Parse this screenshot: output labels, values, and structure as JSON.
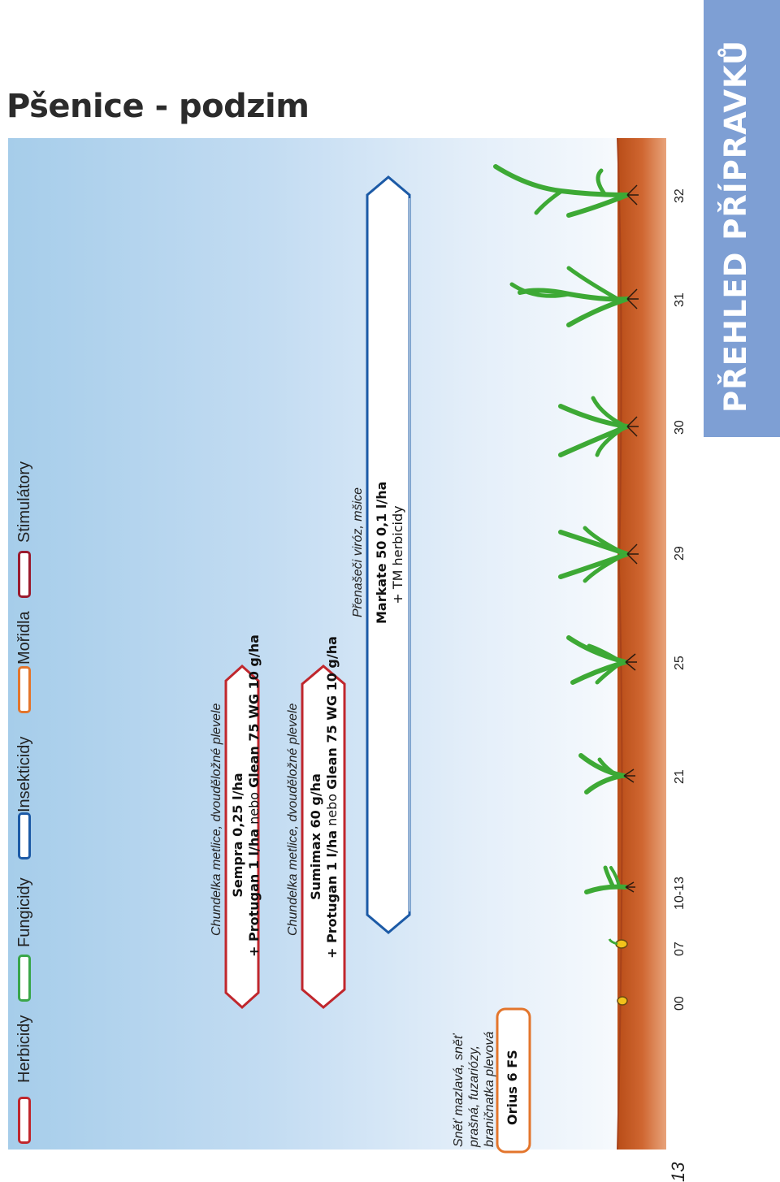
{
  "page": {
    "title": "Pšenice - podzim",
    "side_title": "PŘEHLED PŘÍPRAVKŮ",
    "page_number": "13"
  },
  "legend": [
    {
      "label": "Herbicidy",
      "color": "#c0272d"
    },
    {
      "label": "Fungicidy",
      "color": "#3aa64a"
    },
    {
      "label": "Insekticidy",
      "color": "#1c5aa6"
    },
    {
      "label": "Mořidla",
      "color": "#e3752c"
    },
    {
      "label": "Stimulátory",
      "color": "#9b1b2e"
    }
  ],
  "treatments": [
    {
      "pest": "Sněť mazlavá, sněť",
      "pest2": "prašná, fuzariózy,",
      "pest3": "braničnatka plevová",
      "product": "Orius 6 FS",
      "type": "Mořidla"
    },
    {
      "pest": "Chundelka metlice, dvouděložné plevele",
      "product_bold": "Sempra 0,25 l/ha",
      "line2_bold": "+ Protugan 1 l/ha",
      "line2_mid": " nebo ",
      "line2_bold2": "Glean 75 WG 10 g/ha",
      "type": "Herbicidy"
    },
    {
      "pest": "Chundelka metlice, dvouděložné plevele",
      "product_bold": "Sumimax 60 g/ha",
      "line2_bold": "+ Protugan 1 l/ha",
      "line2_mid": " nebo ",
      "line2_bold2": "Glean 75 WG 10 g/ha",
      "type": "Herbicidy"
    },
    {
      "pest": "Přenašeči viróz, mšice",
      "product_bold": "Markate 50 0,1 l/ha",
      "line2": "+ TM herbicidy",
      "type": "Insekticidy"
    }
  ],
  "growth_stages": [
    "00",
    "07",
    "10-13",
    "21",
    "25",
    "29",
    "30",
    "31",
    "32"
  ]
}
